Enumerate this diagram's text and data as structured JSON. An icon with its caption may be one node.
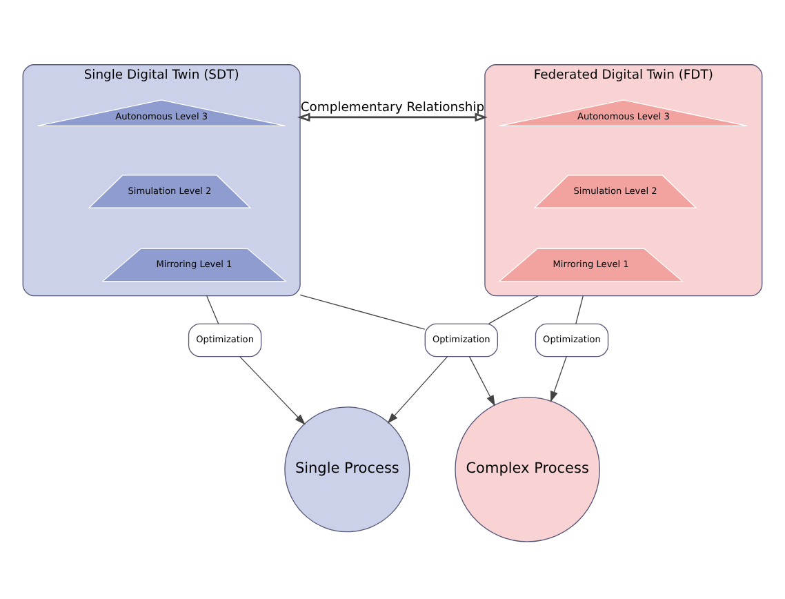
{
  "diagram": {
    "nodes": [
      {
        "text": [
          "Single Digital Twin (SDT)"
        ]
      },
      {
        "text": [
          "Autonomous Level 3"
        ],
        "in": 0
      },
      {
        "text": [
          "Simulation Level 2"
        ],
        "in": 0
      },
      {
        "text": [
          "Mirroring Level 1"
        ],
        "in": 0
      },
      {
        "text": [
          "Federated Digital Twin (FDT)"
        ]
      },
      {
        "text": [
          "Autonomous Level 3"
        ],
        "in": 4
      },
      {
        "text": [
          "Simulation Level 2"
        ],
        "in": 4
      },
      {
        "text": [
          "Mirroring Level 1"
        ],
        "in": 4
      },
      {
        "text": [
          "Optimization"
        ]
      },
      {
        "text": [
          "Optimization"
        ]
      },
      {
        "text": [
          "Optimization"
        ]
      },
      {
        "text": [
          "Single Process"
        ]
      },
      {
        "text": [
          "Complex Process"
        ]
      }
    ],
    "edges": [
      {
        "from": 0,
        "to": 4,
        "arrow": "both",
        "label": "Complementary Relationship"
      },
      {
        "from": 0,
        "to": 8,
        "arrow": "none"
      },
      {
        "from": 8,
        "to": 11,
        "arrow": "to"
      },
      {
        "from": 0,
        "to": 9,
        "arrow": "none"
      },
      {
        "from": 4,
        "to": 9,
        "arrow": "none"
      },
      {
        "from": 9,
        "to": 11,
        "arrow": "to"
      },
      {
        "from": 9,
        "to": 12,
        "arrow": "to"
      },
      {
        "from": 4,
        "to": 10,
        "arrow": "none"
      },
      {
        "from": 10,
        "to": 12,
        "arrow": "to"
      }
    ]
  }
}
